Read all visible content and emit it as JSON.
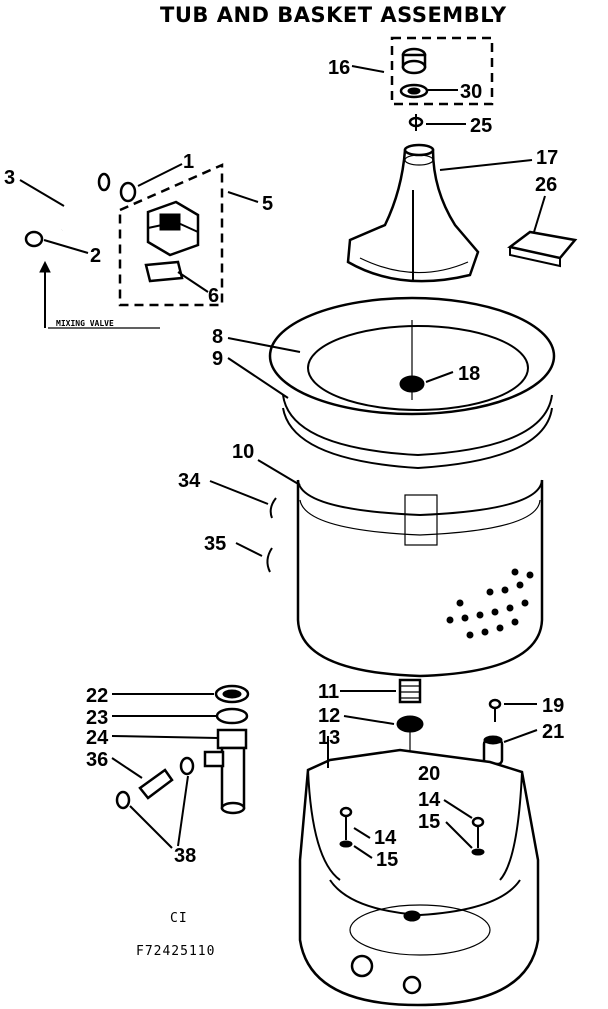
{
  "title": "TUB AND BASKET ASSEMBLY",
  "mixing_valve_label": "MIXING VALVE",
  "footer": {
    "code_a": "CI",
    "code_b": "F72425110"
  },
  "callouts": {
    "c1": "1",
    "c2": "2",
    "c3": "3",
    "c5": "5",
    "c6": "6",
    "c8": "8",
    "c9": "9",
    "c10": "10",
    "c11": "11",
    "c12": "12",
    "c13": "13",
    "c14a": "14",
    "c14b": "14",
    "c15a": "15",
    "c15b": "15",
    "c16": "16",
    "c17": "17",
    "c18": "18",
    "c19": "19",
    "c20": "20",
    "c21": "21",
    "c22": "22",
    "c23": "23",
    "c24": "24",
    "c25": "25",
    "c26": "26",
    "c30": "30",
    "c34": "34",
    "c35": "35",
    "c36": "36",
    "c38": "38"
  }
}
